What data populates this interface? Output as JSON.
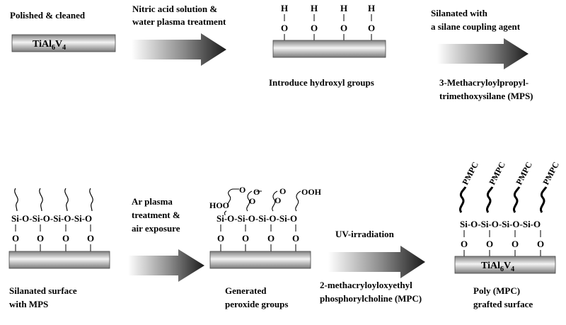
{
  "steps": {
    "s1_caption": "Polished & cleaned",
    "s1_substrate": {
      "base": "TiAl",
      "sub1": "6",
      "mid": "V",
      "sub2": "4"
    },
    "arrow1_line1": "Nitric acid solution &",
    "arrow1_line2": "water plasma treatment",
    "s2_caption": "Introduce hydroxyl groups",
    "arrow2_line1": "Silanated with",
    "arrow2_line2": "a silane coupling agent",
    "arrow2_reagent_line1": "3-Methacryloylpropyl-",
    "arrow2_reagent_line2": "trimethoxysilane (MPS)",
    "s3_caption_line1": "Silanated surface",
    "s3_caption_line2": "with MPS",
    "arrow3_line1": "Ar plasma",
    "arrow3_line2": "treatment &",
    "arrow3_line3": "air exposure",
    "s4_caption_line1": "Generated",
    "s4_caption_line2": "peroxide groups",
    "arrow4_line1": "UV-irradiation",
    "arrow4_reagent_line1": "2-methacryloyloxyethyl",
    "arrow4_reagent_line2": "phosphorylcholine (MPC)",
    "s5_caption_line1": "Poly (MPC)",
    "s5_caption_line2": "grafted surface"
  },
  "chem": {
    "H": "H",
    "O": "O",
    "siloxane_chain": "Si-O-Si-O-Si-O-Si-O",
    "peroxide": "OOH",
    "peroxide_left": "HOO",
    "pmpc": "PMPC"
  },
  "colors": {
    "bar_light": "#f2f2f2",
    "bar_dark": "#8c8c8c",
    "arrow_light": "#ffffff",
    "arrow_dark": "#1a1a1a"
  }
}
